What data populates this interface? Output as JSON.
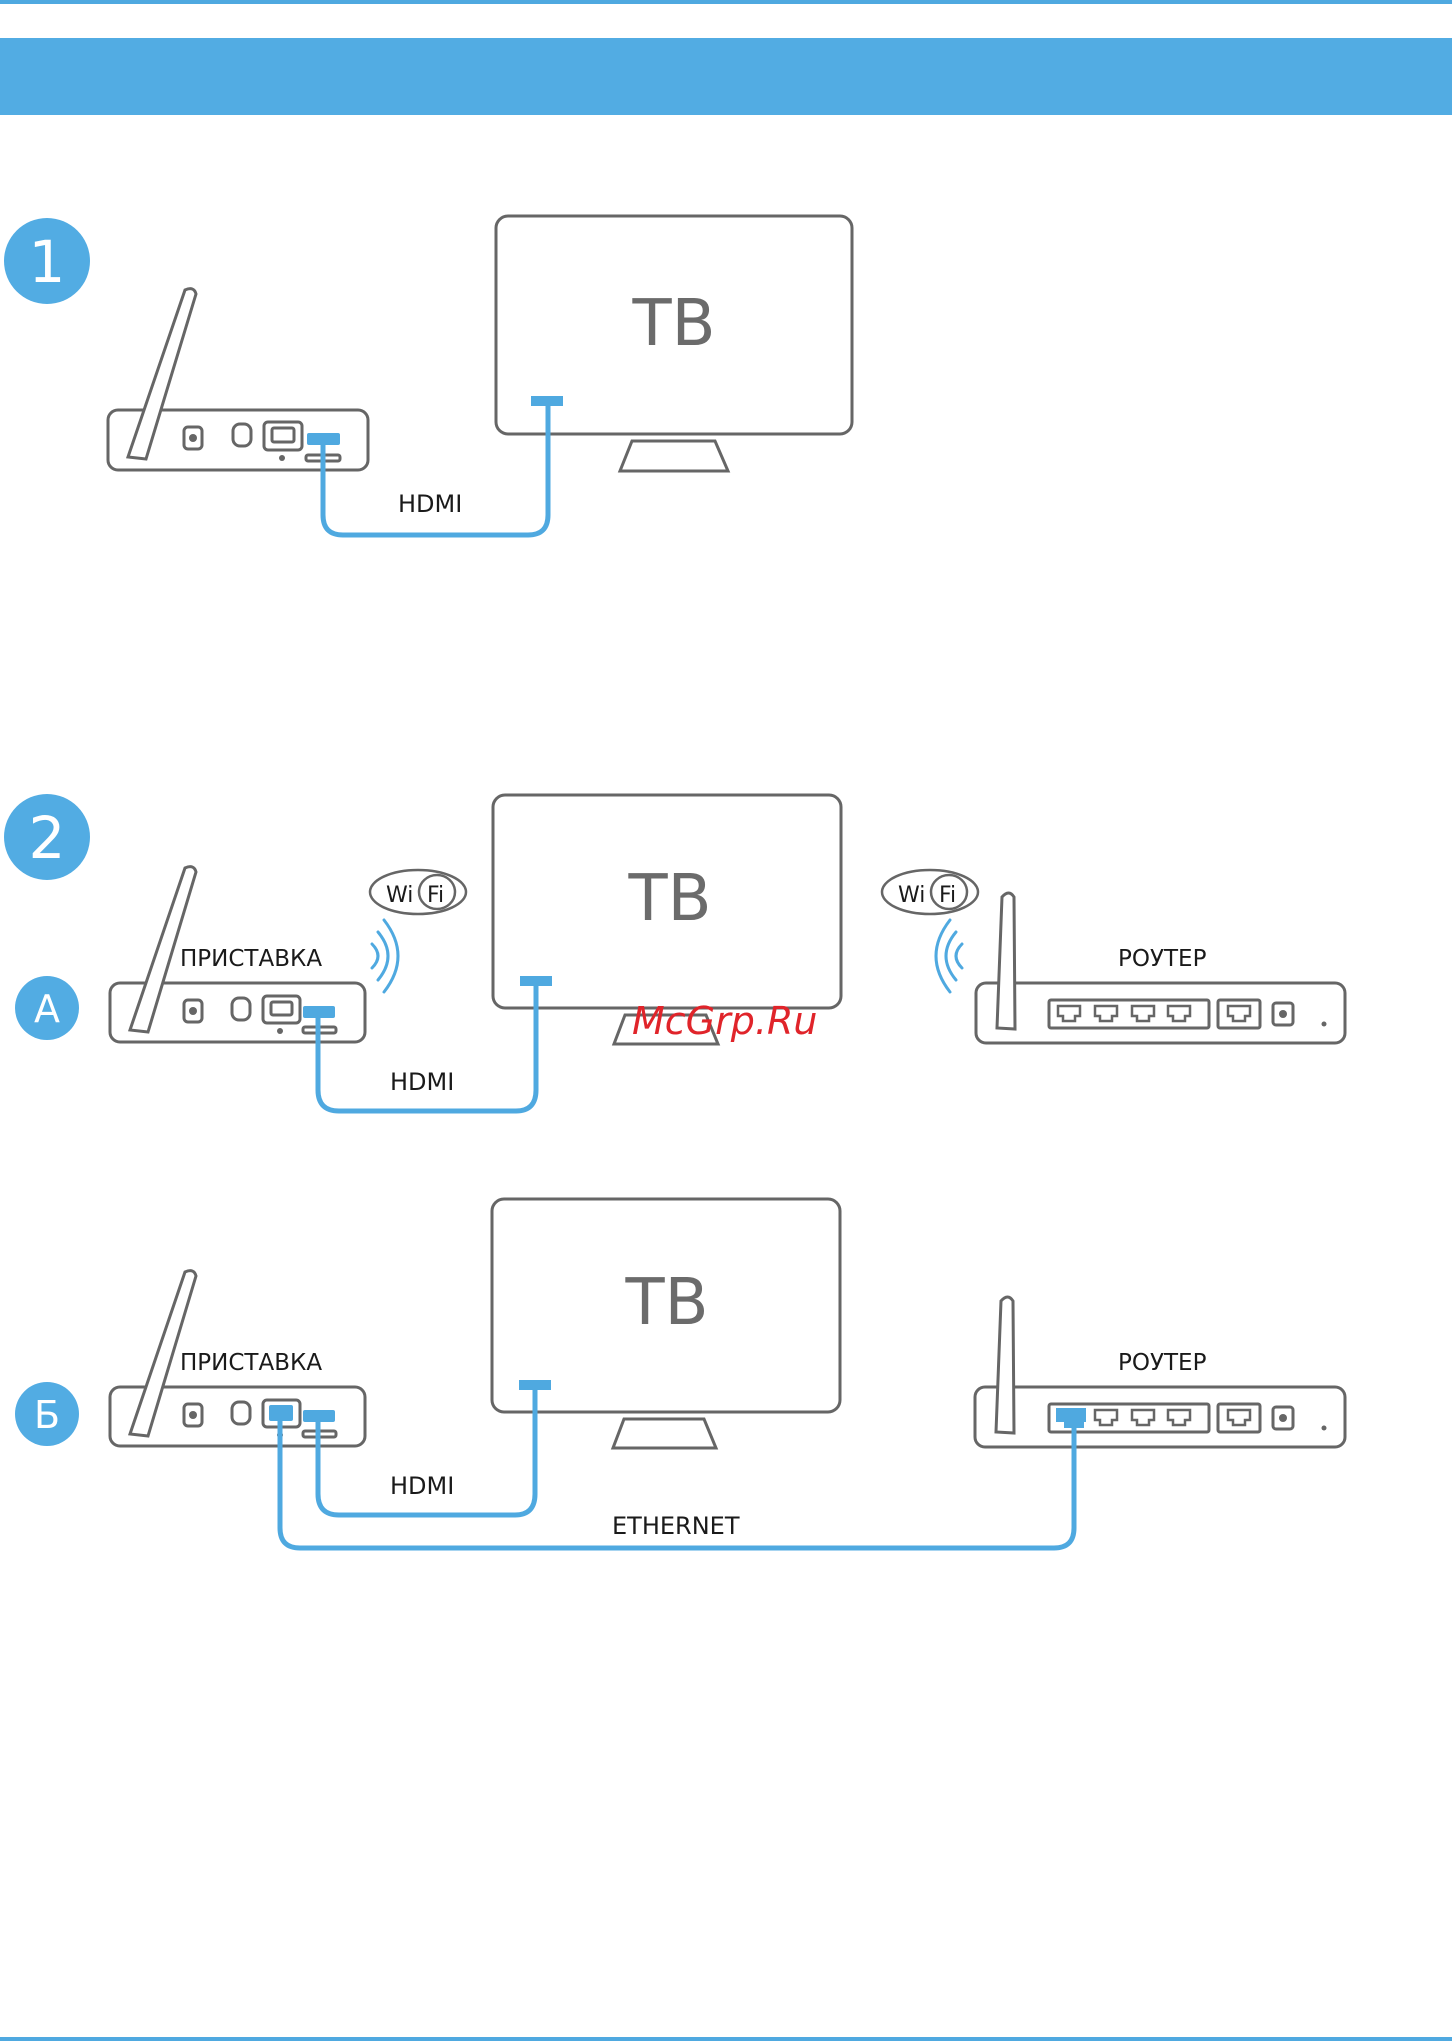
{
  "header": {
    "title": ""
  },
  "colors": {
    "accent": "#52ace3",
    "cable": "#4fa9e0",
    "device_outline": "#666666",
    "tv_text": "#6b6b6b",
    "watermark": "#e0242a"
  },
  "steps": {
    "step1": {
      "badge": "1",
      "tv": "ТВ",
      "cable": "HDMI"
    },
    "step2": {
      "badge": "2"
    },
    "variantA": {
      "badge": "А",
      "box": "ПРИСТАВКА",
      "router": "РОУТЕР",
      "tv": "ТВ",
      "cable": "HDMI",
      "wifi_left_wi": "Wi",
      "wifi_left_fi": "Fi",
      "wifi_right_wi": "Wi",
      "wifi_right_fi": "Fi"
    },
    "variantB": {
      "badge": "Б",
      "box": "ПРИСТАВКА",
      "router": "РОУТЕР",
      "tv": "ТВ",
      "cable_hdmi": "HDMI",
      "cable_ethernet": "ETHERNET"
    }
  },
  "watermark": "McGrp.Ru",
  "icons": [
    "antenna-icon",
    "wifi-logo-icon",
    "wifi-waves-icon",
    "hdmi-plug-icon",
    "ethernet-plug-icon"
  ]
}
